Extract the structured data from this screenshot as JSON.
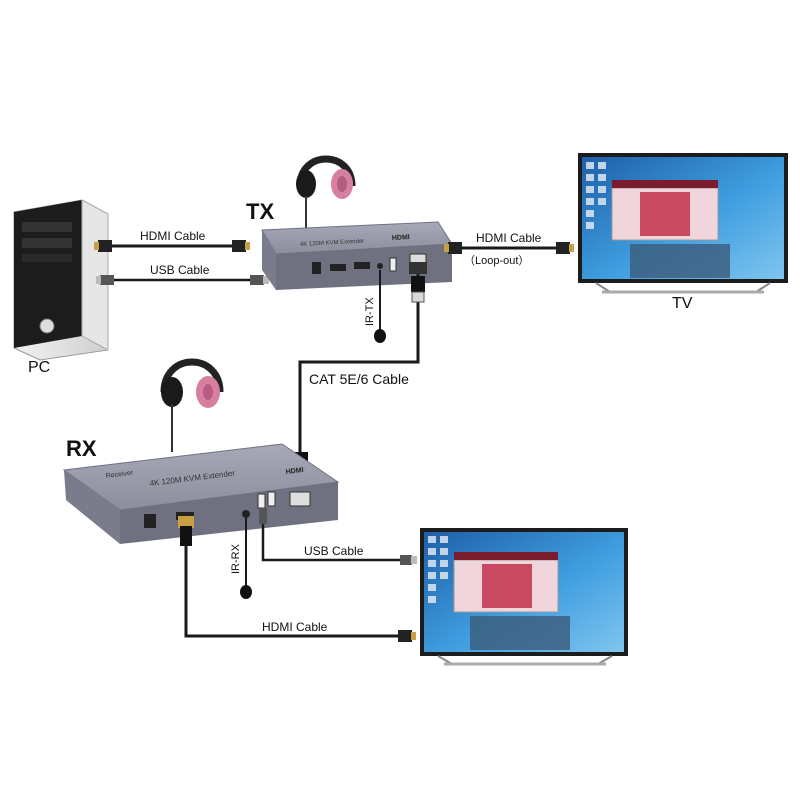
{
  "diagram": {
    "tx_label": "TX",
    "rx_label": "RX",
    "pc_label": "PC",
    "tv_label": "TV",
    "tx_hdmi_in_label": "HDMI Cable",
    "tx_usb_label": "USB Cable",
    "tx_hdmi_out_label": "HDMI Cable",
    "loop_out_label": "（Loop-out）",
    "ir_tx_label": "IR-TX",
    "cat_label": "CAT 5E/6 Cable",
    "ir_rx_label": "IR-RX",
    "rx_usb_label": "USB Cable",
    "rx_hdmi_label": "HDMI Cable",
    "tx_device_text": "4K 120M KVM Extender",
    "rx_device_text": "4K 120M KVM Extender",
    "rx_device_sub": "Receiver",
    "hdmi_logo": "HDMI"
  },
  "colors": {
    "device_top": "#9a9cab",
    "device_front": "#6f7180",
    "cable": "#1a1a1a",
    "headphone_pink": "#d77fa0",
    "screen_blue": "#2a7fc9"
  }
}
